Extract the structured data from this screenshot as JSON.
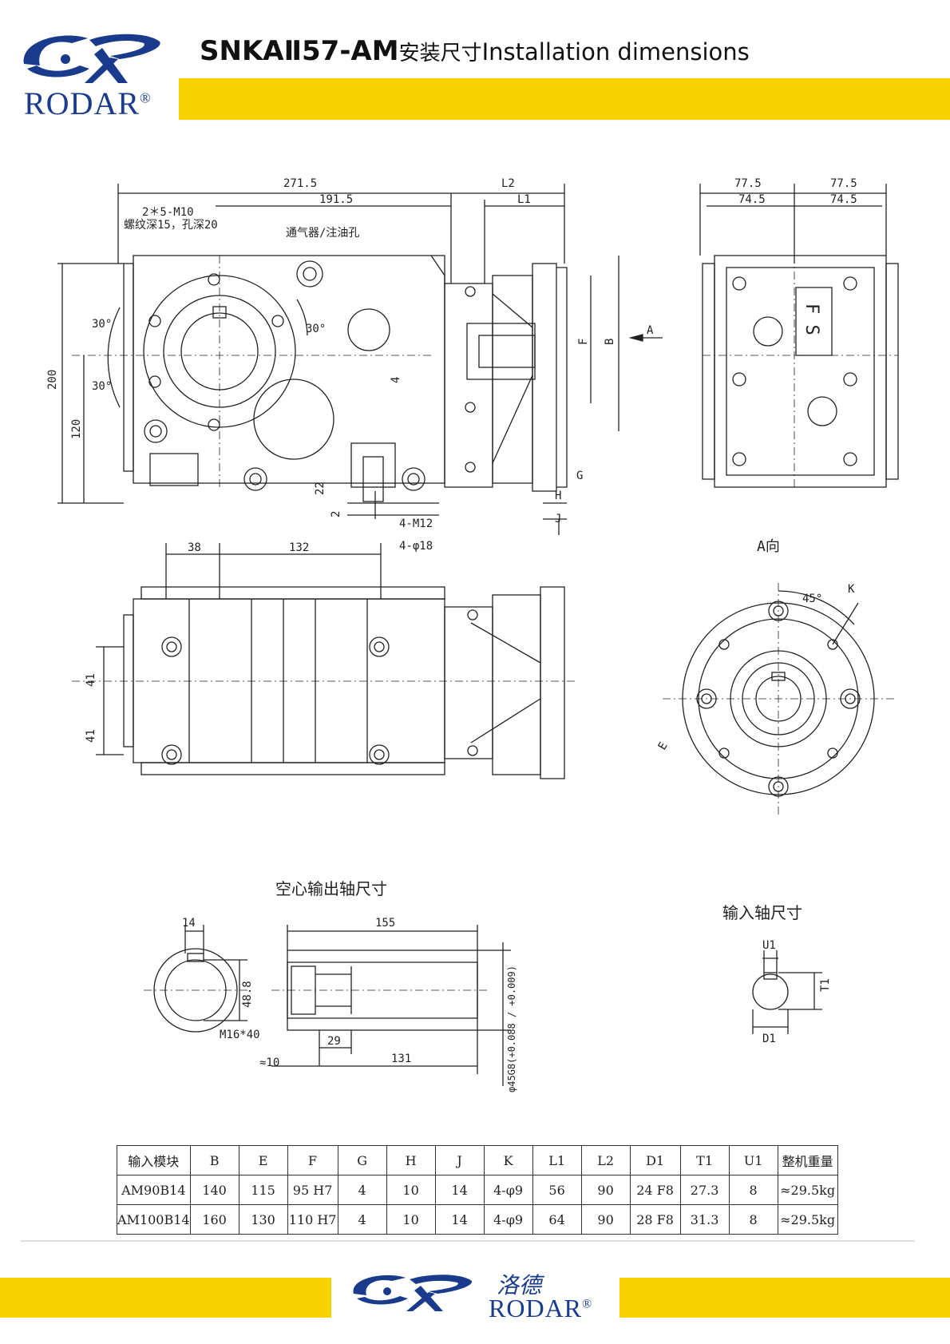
{
  "header": {
    "brand": "RODAR",
    "registered": "®",
    "model": "SNKAⅡ57-AM",
    "title_cn": "安装尺寸",
    "title_en": "Installation dimensions"
  },
  "footer": {
    "brand": "RODAR",
    "registered": "®",
    "brand_cn": "洛德"
  },
  "colors": {
    "accent_yellow": "#f7d200",
    "brand_blue": "#1a3a8c"
  },
  "drawing_labels": {
    "side": {
      "d271_5": "271.5",
      "d191_5": "191.5",
      "L2": "L2",
      "L1": "L1",
      "tap_holes": "2＊5-M10",
      "thread_depth": "螺纹深15，孔深20",
      "breather": "通气器/注油孔",
      "a30a": "30°",
      "a30b": "30°",
      "a30c": "30°",
      "d200": "200",
      "d120": "120",
      "d22": "22",
      "d2": "2",
      "d4": "4",
      "m12": "4-M12",
      "phi18": "4-φ18",
      "F": "F",
      "B": "B",
      "G": "G",
      "H": "H",
      "J": "J",
      "A": "A"
    },
    "end": {
      "d77_5a": "77.5",
      "d77_5b": "77.5",
      "d74_5a": "74.5",
      "d74_5b": "74.5",
      "plate": "F S",
      "view_label": "A向"
    },
    "top": {
      "d38": "38",
      "d132": "132",
      "d41a": "41",
      "d41b": "41"
    },
    "flange": {
      "a45": "45°",
      "K": "K",
      "E": "E"
    },
    "hollow": {
      "title": "空心输出轴尺寸",
      "d14": "14",
      "d48_8": "48.8",
      "d155": "155",
      "m16": "M16*40",
      "d29": "29",
      "d10": "≈10",
      "d131": "131",
      "phi45": "φ45G8(+0.088 / +0.009)"
    },
    "input": {
      "title": "输入轴尺寸",
      "U1": "U1",
      "T1": "T1",
      "D1": "D1"
    }
  },
  "table": {
    "headers": [
      "输入模块",
      "B",
      "E",
      "F",
      "G",
      "H",
      "J",
      "K",
      "L1",
      "L2",
      "D1",
      "T1",
      "U1",
      "整机重量"
    ],
    "rows": [
      [
        "AM90B14",
        "140",
        "115",
        "95 H7",
        "4",
        "10",
        "14",
        "4-φ9",
        "56",
        "90",
        "24 F8",
        "27.3",
        "8",
        "≈29.5kg"
      ],
      [
        "AM100B14",
        "160",
        "130",
        "110 H7",
        "4",
        "10",
        "14",
        "4-φ9",
        "64",
        "90",
        "28 F8",
        "31.3",
        "8",
        "≈29.5kg"
      ]
    ]
  }
}
